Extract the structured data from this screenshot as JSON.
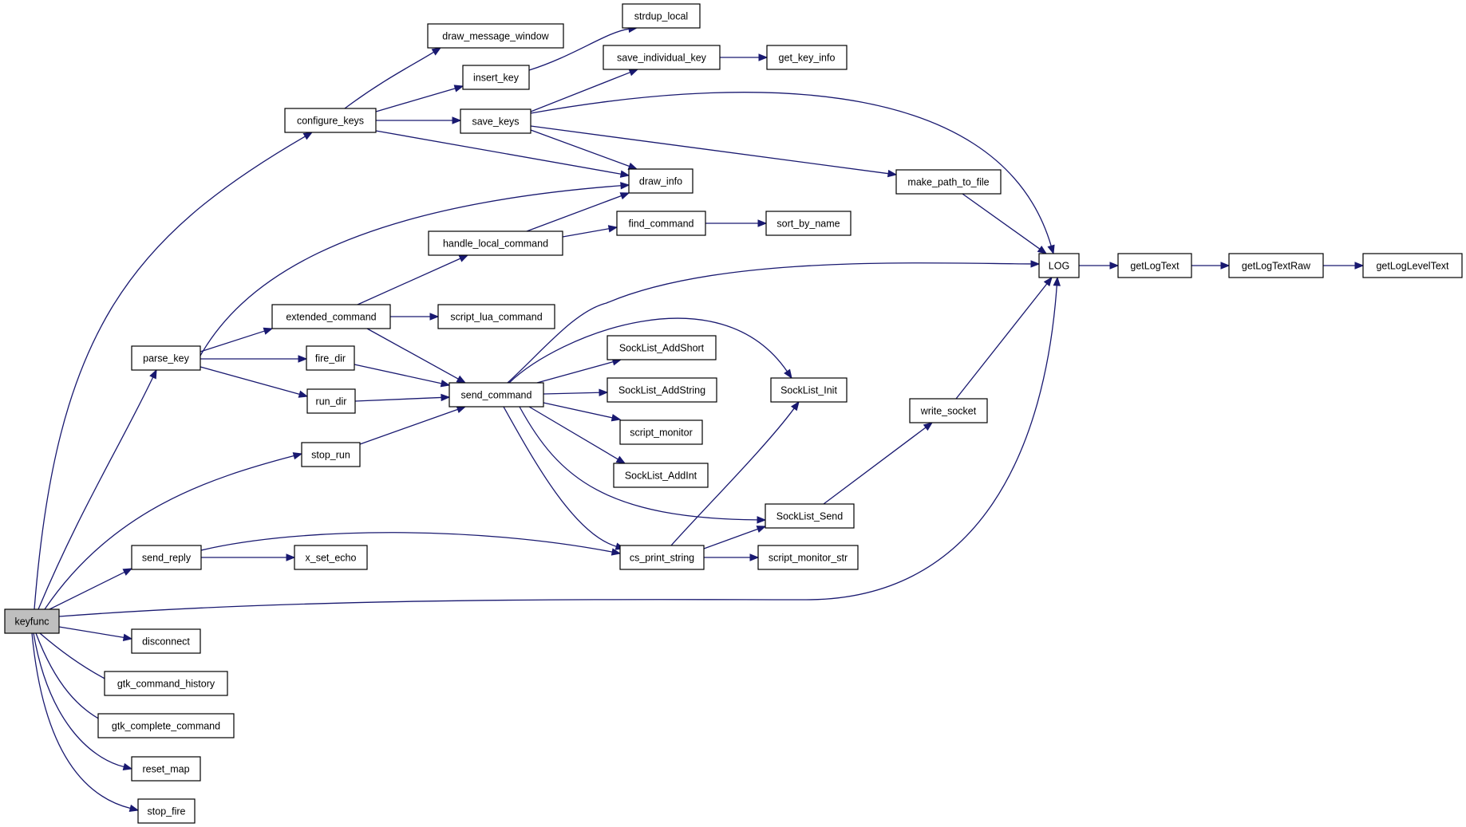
{
  "colors": {
    "edge": "#191970",
    "root_fill": "#bfbfbf",
    "node_fill": "#ffffff",
    "border": "#000000"
  },
  "nodes": [
    {
      "id": "keyfunc",
      "label": "keyfunc",
      "root": true
    },
    {
      "id": "draw_message_window",
      "label": "draw_message_window"
    },
    {
      "id": "strdup_local",
      "label": "strdup_local"
    },
    {
      "id": "insert_key",
      "label": "insert_key"
    },
    {
      "id": "save_individual_key",
      "label": "save_individual_key"
    },
    {
      "id": "get_key_info",
      "label": "get_key_info"
    },
    {
      "id": "configure_keys",
      "label": "configure_keys"
    },
    {
      "id": "save_keys",
      "label": "save_keys"
    },
    {
      "id": "draw_info",
      "label": "draw_info"
    },
    {
      "id": "make_path_to_file",
      "label": "make_path_to_file"
    },
    {
      "id": "find_command",
      "label": "find_command"
    },
    {
      "id": "sort_by_name",
      "label": "sort_by_name"
    },
    {
      "id": "handle_local_command",
      "label": "handle_local_command"
    },
    {
      "id": "LOG",
      "label": "LOG"
    },
    {
      "id": "getLogText",
      "label": "getLogText"
    },
    {
      "id": "getLogTextRaw",
      "label": "getLogTextRaw"
    },
    {
      "id": "getLogLevelText",
      "label": "getLogLevelText"
    },
    {
      "id": "extended_command",
      "label": "extended_command"
    },
    {
      "id": "script_lua_command",
      "label": "script_lua_command"
    },
    {
      "id": "parse_key",
      "label": "parse_key"
    },
    {
      "id": "fire_dir",
      "label": "fire_dir"
    },
    {
      "id": "SockList_AddShort",
      "label": "SockList_AddShort"
    },
    {
      "id": "send_command",
      "label": "send_command"
    },
    {
      "id": "SockList_AddString",
      "label": "SockList_AddString"
    },
    {
      "id": "SockList_Init",
      "label": "SockList_Init"
    },
    {
      "id": "run_dir",
      "label": "run_dir"
    },
    {
      "id": "write_socket",
      "label": "write_socket"
    },
    {
      "id": "script_monitor",
      "label": "script_monitor"
    },
    {
      "id": "stop_run",
      "label": "stop_run"
    },
    {
      "id": "SockList_AddInt",
      "label": "SockList_AddInt"
    },
    {
      "id": "SockList_Send",
      "label": "SockList_Send"
    },
    {
      "id": "send_reply",
      "label": "send_reply"
    },
    {
      "id": "x_set_echo",
      "label": "x_set_echo"
    },
    {
      "id": "cs_print_string",
      "label": "cs_print_string"
    },
    {
      "id": "script_monitor_str",
      "label": "script_monitor_str"
    },
    {
      "id": "disconnect",
      "label": "disconnect"
    },
    {
      "id": "gtk_command_history",
      "label": "gtk_command_history"
    },
    {
      "id": "gtk_complete_command",
      "label": "gtk_complete_command"
    },
    {
      "id": "reset_map",
      "label": "reset_map"
    },
    {
      "id": "stop_fire",
      "label": "stop_fire"
    }
  ],
  "edges": [
    {
      "from": "keyfunc",
      "to": "configure_keys"
    },
    {
      "from": "keyfunc",
      "to": "parse_key"
    },
    {
      "from": "keyfunc",
      "to": "stop_run"
    },
    {
      "from": "keyfunc",
      "to": "send_reply"
    },
    {
      "from": "keyfunc",
      "to": "LOG"
    },
    {
      "from": "keyfunc",
      "to": "disconnect"
    },
    {
      "from": "keyfunc",
      "to": "gtk_command_history"
    },
    {
      "from": "keyfunc",
      "to": "gtk_complete_command"
    },
    {
      "from": "keyfunc",
      "to": "reset_map"
    },
    {
      "from": "keyfunc",
      "to": "stop_fire"
    },
    {
      "from": "configure_keys",
      "to": "draw_message_window"
    },
    {
      "from": "configure_keys",
      "to": "insert_key"
    },
    {
      "from": "configure_keys",
      "to": "save_keys"
    },
    {
      "from": "configure_keys",
      "to": "draw_info"
    },
    {
      "from": "insert_key",
      "to": "strdup_local"
    },
    {
      "from": "save_keys",
      "to": "save_individual_key"
    },
    {
      "from": "save_keys",
      "to": "LOG"
    },
    {
      "from": "save_keys",
      "to": "draw_info"
    },
    {
      "from": "save_keys",
      "to": "make_path_to_file"
    },
    {
      "from": "save_individual_key",
      "to": "get_key_info"
    },
    {
      "from": "make_path_to_file",
      "to": "LOG"
    },
    {
      "from": "parse_key",
      "to": "draw_info"
    },
    {
      "from": "parse_key",
      "to": "extended_command"
    },
    {
      "from": "parse_key",
      "to": "fire_dir"
    },
    {
      "from": "parse_key",
      "to": "run_dir"
    },
    {
      "from": "extended_command",
      "to": "handle_local_command"
    },
    {
      "from": "extended_command",
      "to": "script_lua_command"
    },
    {
      "from": "extended_command",
      "to": "send_command"
    },
    {
      "from": "handle_local_command",
      "to": "draw_info"
    },
    {
      "from": "handle_local_command",
      "to": "find_command"
    },
    {
      "from": "find_command",
      "to": "sort_by_name"
    },
    {
      "from": "fire_dir",
      "to": "send_command"
    },
    {
      "from": "run_dir",
      "to": "send_command"
    },
    {
      "from": "stop_run",
      "to": "send_command"
    },
    {
      "from": "send_command",
      "to": "LOG"
    },
    {
      "from": "send_command",
      "to": "SockList_Init"
    },
    {
      "from": "send_command",
      "to": "SockList_AddShort"
    },
    {
      "from": "send_command",
      "to": "SockList_AddString"
    },
    {
      "from": "send_command",
      "to": "script_monitor"
    },
    {
      "from": "send_command",
      "to": "SockList_AddInt"
    },
    {
      "from": "send_command",
      "to": "SockList_Send"
    },
    {
      "from": "send_command",
      "to": "cs_print_string"
    },
    {
      "from": "send_reply",
      "to": "x_set_echo"
    },
    {
      "from": "send_reply",
      "to": "cs_print_string"
    },
    {
      "from": "cs_print_string",
      "to": "SockList_Init"
    },
    {
      "from": "cs_print_string",
      "to": "SockList_Send"
    },
    {
      "from": "cs_print_string",
      "to": "script_monitor_str"
    },
    {
      "from": "SockList_Send",
      "to": "write_socket"
    },
    {
      "from": "write_socket",
      "to": "LOG"
    },
    {
      "from": "LOG",
      "to": "getLogText"
    },
    {
      "from": "getLogText",
      "to": "getLogTextRaw"
    },
    {
      "from": "getLogTextRaw",
      "to": "getLogLevelText"
    }
  ]
}
